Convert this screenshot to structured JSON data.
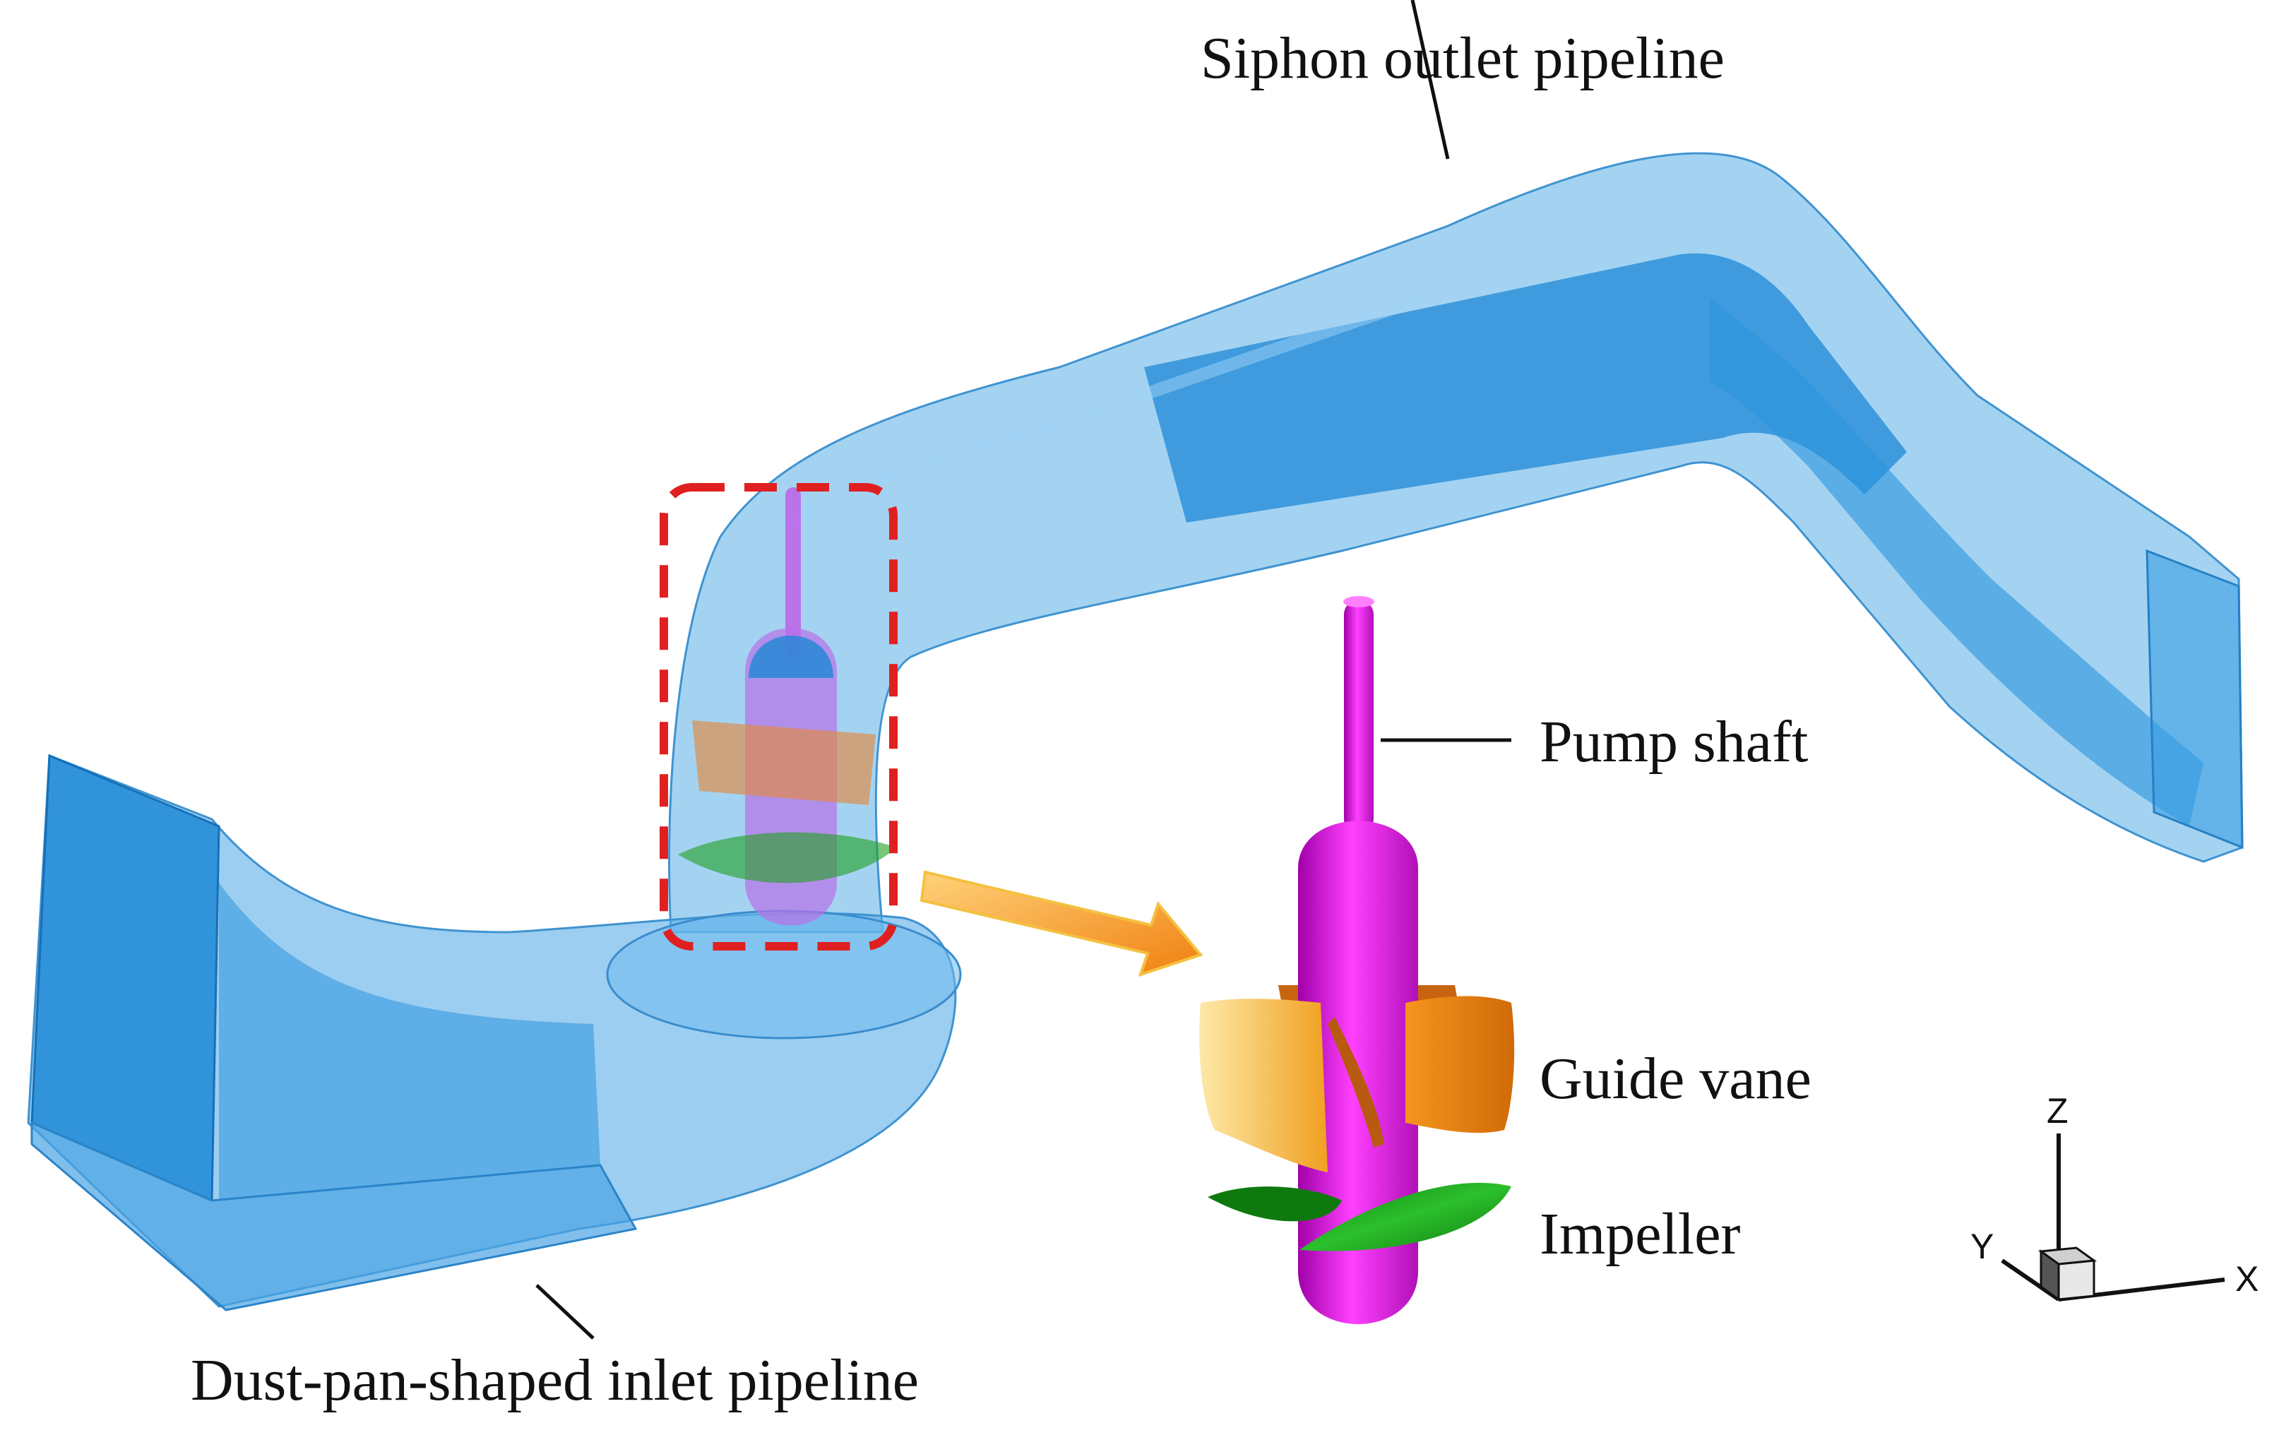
{
  "labels": {
    "outlet": "Siphon outlet pipeline",
    "inlet": "Dust-pan-shaped inlet pipeline",
    "shaft": "Pump shaft",
    "vane": "Guide vane",
    "impeller": "Impeller"
  },
  "axes": {
    "x": "X",
    "y": "Y",
    "z": "Z"
  },
  "colors": {
    "pipe": "#5aaee8",
    "pipe_dark": "#1e88d6",
    "shaft": "#e020e0",
    "vane_light": "#f7b840",
    "vane_dark": "#e07a10",
    "impeller": "#1fa01f",
    "highlight_box": "#e02020",
    "arrow": "#f59a2a"
  }
}
